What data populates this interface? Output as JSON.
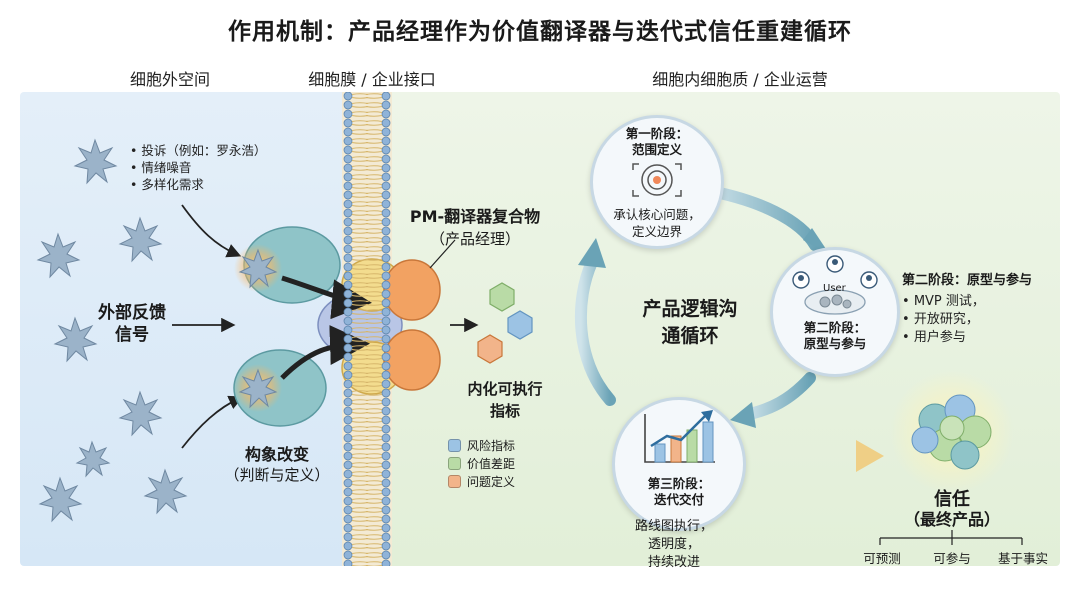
{
  "title": "作用机制：产品经理作为价值翻译器与迭代式信任重建循环",
  "regions": {
    "extracellular": "细胞外空间",
    "membrane": "细胞膜 / 企业接口",
    "cytoplasm": "细胞内细胞质 / 企业运营"
  },
  "signals": {
    "bullets": [
      "投诉（例如：罗永浩）",
      "情绪噪音",
      "多样化需求"
    ],
    "label_line1": "外部反馈",
    "label_line2": "信号"
  },
  "conformation": {
    "line1": "构象改变",
    "line2": "（判断与定义）"
  },
  "pm_complex": {
    "title": "PM-翻译器复合物",
    "subtitle": "（产品经理）"
  },
  "metrics": {
    "line1": "内化可执行",
    "line2": "指标",
    "legend": [
      {
        "label": "风险指标",
        "color": "#9cc3e4"
      },
      {
        "label": "价值差距",
        "color": "#b9dba6"
      },
      {
        "label": "问题定义",
        "color": "#f2b48a"
      }
    ]
  },
  "loop": {
    "center_line1": "产品逻辑沟",
    "center_line2": "通循环",
    "stage1": {
      "title1": "第一阶段：",
      "title2": "范围定义",
      "desc1": "承认核心问题，",
      "desc2": "定义边界",
      "icon": "target-icon"
    },
    "stage2": {
      "title1": "第二阶段：",
      "title2": "原型与参与",
      "side_title": "第二阶段：原型与参与",
      "bullets": [
        "MVP 测试，",
        "开放研究，",
        "用户参与"
      ],
      "user_label": "User",
      "icon": "users-gears-icon"
    },
    "stage3": {
      "title1": "第三阶段：",
      "title2": "迭代交付",
      "desc": [
        "路线图执行，",
        "透明度，",
        "持续改进"
      ],
      "icon": "growth-chart-icon"
    }
  },
  "trust": {
    "line1": "信任",
    "line2": "（最终产品）",
    "branches": [
      "可预测",
      "可参与",
      "基于事实"
    ]
  },
  "colors": {
    "left_bg": "#dbe9f6",
    "right_bg": "#e7f1df",
    "arrow_teal": "#7fb3c2",
    "pm_orange": "#f2a262",
    "pm_yellow": "#f3dc8e",
    "receptor_teal": "#8fc4c8"
  }
}
